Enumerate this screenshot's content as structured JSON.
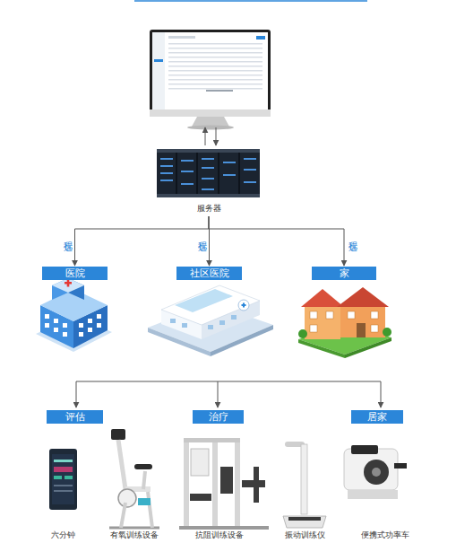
{
  "diagram": {
    "nodes": [
      {
        "text": [
          "服务器"
        ]
      },
      {
        "text": [
          "医院"
        ]
      },
      {
        "text": [
          "社区医院"
        ]
      },
      {
        "text": [
          "家"
        ]
      },
      {
        "text": [
          "评估"
        ]
      },
      {
        "text": [
          "治疗"
        ]
      },
      {
        "text": [
          "居家"
        ]
      }
    ],
    "edges": [
      {
        "from": 0,
        "to": 1,
        "label": "远程",
        "arrow": "to"
      },
      {
        "from": 0,
        "to": 2,
        "label": "远程",
        "arrow": "to"
      },
      {
        "from": 0,
        "to": 3,
        "label": "远程",
        "arrow": "to"
      }
    ],
    "labels": [
      "六分钟",
      "有氧训练设备",
      "抗阻训练设备",
      "振动训练仪",
      "便携式功率车"
    ]
  }
}
